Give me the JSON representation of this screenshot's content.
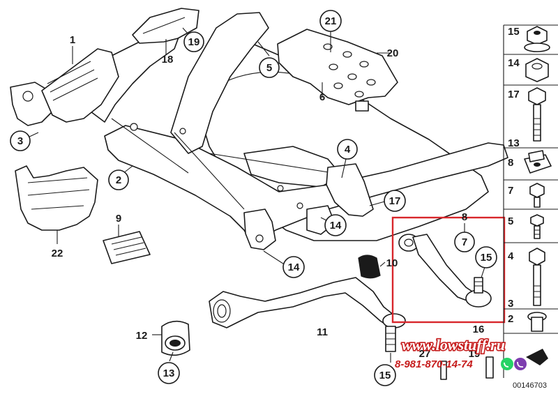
{
  "diagram_number": "00146703",
  "watermark": {
    "url": "www.lowstuff.ru",
    "phone": "8-981-870-14-74",
    "whatsapp_icon": "whatsapp-icon",
    "viber_icon": "viber-icon",
    "colors": {
      "text": "#c61d1d",
      "whatsapp": "#25d366",
      "viber": "#7d3daf"
    }
  },
  "highlight_color": "#d8262b",
  "callouts": [
    {
      "id": "c21",
      "label": "21"
    },
    {
      "id": "c19",
      "label": "19"
    },
    {
      "id": "c5",
      "label": "5"
    },
    {
      "id": "c3",
      "label": "3"
    },
    {
      "id": "c2",
      "label": "2"
    },
    {
      "id": "c4",
      "label": "4"
    },
    {
      "id": "c17",
      "label": "17"
    },
    {
      "id": "c14a",
      "label": "14"
    },
    {
      "id": "c7",
      "label": "7"
    },
    {
      "id": "c15a",
      "label": "15"
    },
    {
      "id": "c14b",
      "label": "14"
    },
    {
      "id": "c13",
      "label": "13"
    },
    {
      "id": "c15b",
      "label": "15"
    }
  ],
  "plain_labels": [
    {
      "id": "p1",
      "label": "1"
    },
    {
      "id": "p18",
      "label": "18"
    },
    {
      "id": "p20",
      "label": "20"
    },
    {
      "id": "p6",
      "label": "6"
    },
    {
      "id": "p9",
      "label": "9"
    },
    {
      "id": "p22",
      "label": "22"
    },
    {
      "id": "p8",
      "label": "8"
    },
    {
      "id": "p10",
      "label": "10"
    },
    {
      "id": "p16",
      "label": "16"
    },
    {
      "id": "p11",
      "label": "11"
    },
    {
      "id": "p12",
      "label": "12"
    },
    {
      "id": "p27",
      "label": "27"
    },
    {
      "id": "p19b",
      "label": "19"
    }
  ],
  "side_parts": [
    {
      "id": "s15",
      "label": "15",
      "icon": "flange-nut-icon"
    },
    {
      "id": "s14",
      "label": "14",
      "icon": "hex-nut-icon"
    },
    {
      "id": "s17",
      "label": "17",
      "icon": "hex-bolt-icon"
    },
    {
      "id": "s13",
      "label": "13",
      "icon": ""
    },
    {
      "id": "s8",
      "label": "8",
      "icon": "cage-nut-icon"
    },
    {
      "id": "s7",
      "label": "7",
      "icon": "short-bolt-icon"
    },
    {
      "id": "s5",
      "label": "5",
      "icon": "small-screw-icon"
    },
    {
      "id": "s4",
      "label": "4",
      "icon": "long-bolt-icon"
    },
    {
      "id": "s3",
      "label": "3",
      "icon": ""
    },
    {
      "id": "s2",
      "label": "2",
      "icon": "bushing-bolt-icon"
    }
  ]
}
